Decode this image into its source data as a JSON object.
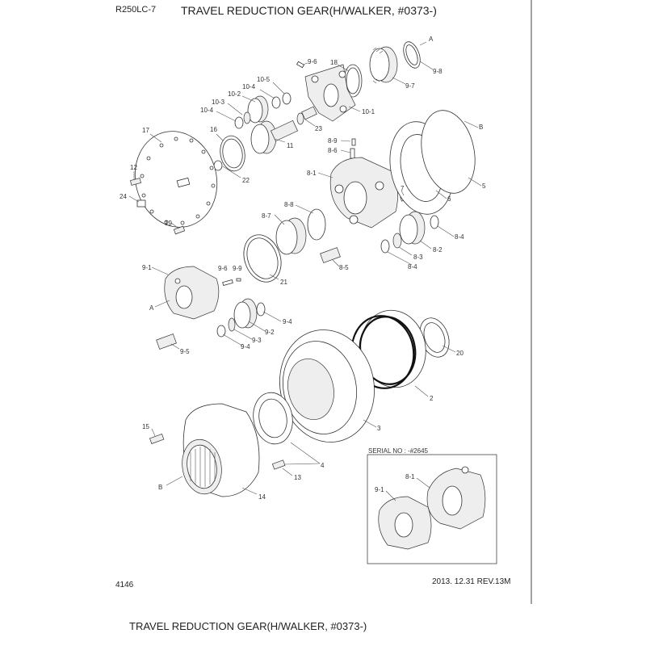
{
  "header": {
    "model": "R250LC-7",
    "title": "TRAVEL REDUCTION GEAR(H/WALKER, #0373-)"
  },
  "footer": {
    "page_number": "4146",
    "date_revision": "2013. 12.31  REV.13M",
    "caption": "TRAVEL REDUCTION GEAR(H/WALKER, #0373-)"
  },
  "inset": {
    "label": "SERIAL NO : -#2645",
    "callouts": [
      "8-1",
      "9-1"
    ]
  },
  "callouts": [
    "A",
    "9-8",
    "9-7",
    "18",
    "9-6",
    "10-5",
    "10-4",
    "10-2",
    "10-3",
    "10-4",
    "10-1",
    "23",
    "11",
    "16",
    "17",
    "22",
    "12",
    "24",
    "19",
    "8-9",
    "8-6",
    "8-1",
    "7",
    "B",
    "6",
    "5",
    "8-8",
    "8-7",
    "8-4",
    "8-2",
    "8-3",
    "8-4",
    "8-5",
    "21",
    "9-1",
    "9-6",
    "9-9",
    "A",
    "9-4",
    "9-2",
    "9-3",
    "9-4",
    "9-5",
    "20",
    "2",
    "3",
    "15",
    "4",
    "B",
    "13",
    "14"
  ]
}
